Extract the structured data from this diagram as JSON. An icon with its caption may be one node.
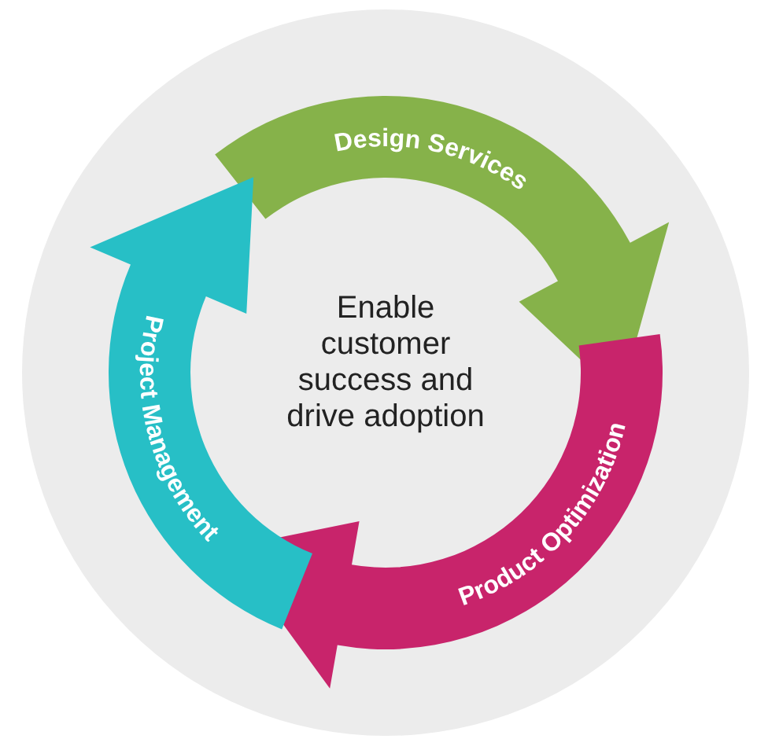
{
  "diagram": {
    "nodes": [
      {
        "text": [
          "Enable customer success and drive adoption"
        ]
      },
      {
        "text": [
          "Design Services"
        ],
        "in": 0
      },
      {
        "text": [
          "Product Optimization"
        ],
        "in": 0
      },
      {
        "text": [
          "Project Management"
        ],
        "in": 0
      }
    ]
  }
}
